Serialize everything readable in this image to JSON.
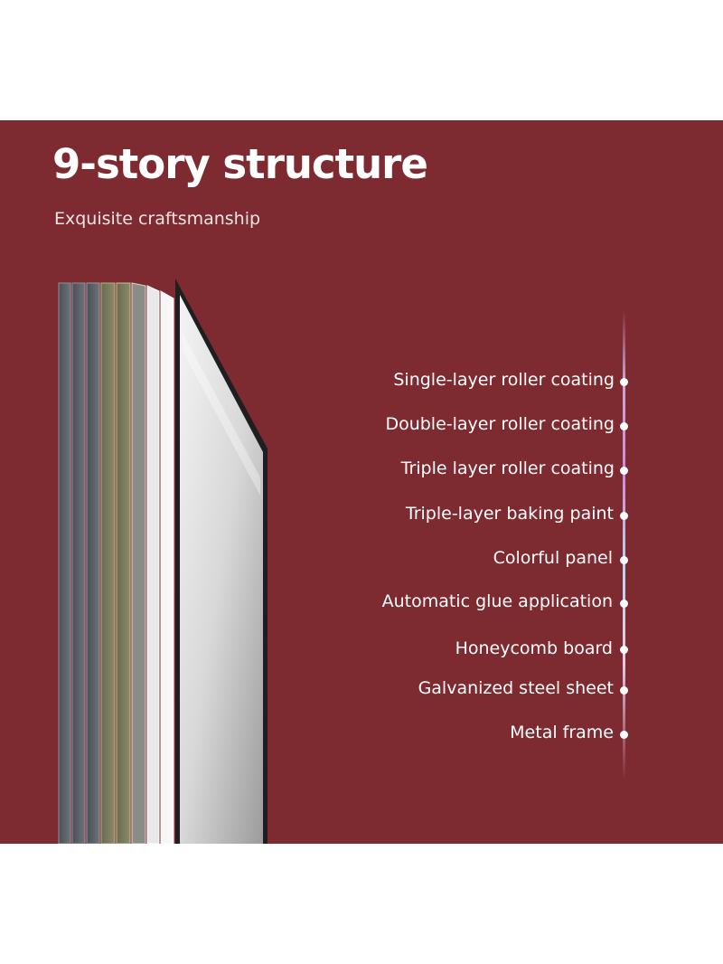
{
  "header": {
    "title": "9-story structure",
    "subtitle": "Exquisite craftsmanship"
  },
  "colors": {
    "panel_background": "#7e2a31",
    "text": "#ffffff"
  },
  "layers": [
    {
      "label": "Single-layer roller coating"
    },
    {
      "label": "Double-layer roller coating"
    },
    {
      "label": "Triple layer roller coating"
    },
    {
      "label": "Triple-layer baking paint"
    },
    {
      "label": "Colorful panel"
    },
    {
      "label": "Automatic glue application"
    },
    {
      "label": "Honeycomb board"
    },
    {
      "label": "Galvanized steel sheet"
    },
    {
      "label": "Metal frame"
    }
  ]
}
